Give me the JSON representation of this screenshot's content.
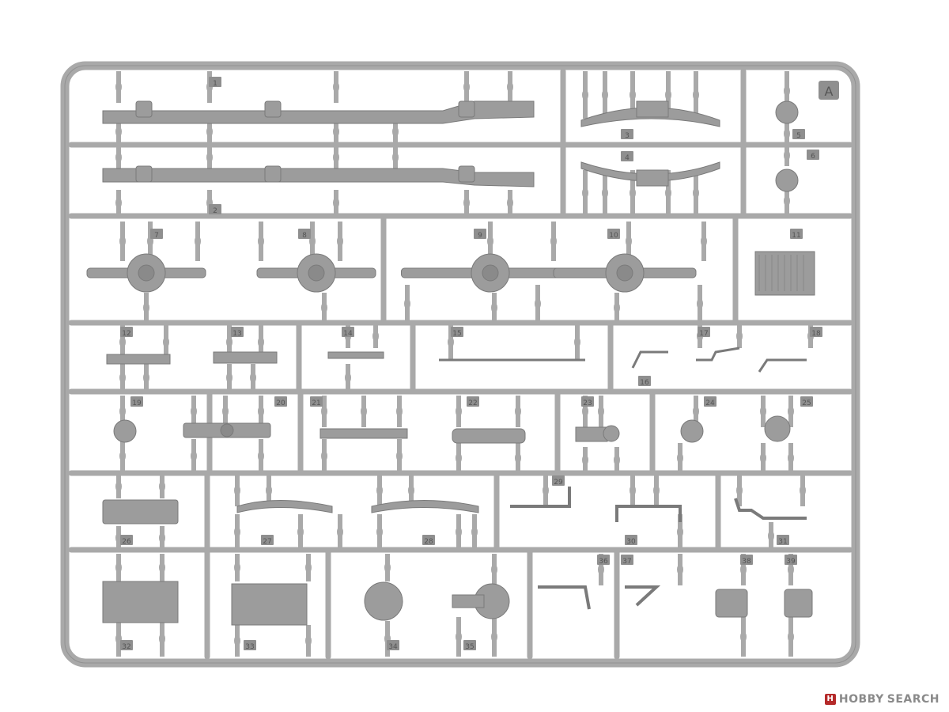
{
  "sprue": {
    "letter": "A",
    "colors": {
      "plastic": "#a9a9a9",
      "edge": "#7a7a7a",
      "part": "#9c9c9c",
      "label": "#8f8f8f"
    },
    "parts": [
      "1",
      "2",
      "3",
      "4",
      "5",
      "6",
      "7",
      "8",
      "9",
      "10",
      "11",
      "12",
      "13",
      "14",
      "15",
      "16",
      "17",
      "18",
      "19",
      "20",
      "21",
      "22",
      "23",
      "24",
      "25",
      "26",
      "27",
      "28",
      "29",
      "30",
      "31",
      "32",
      "33",
      "34",
      "35",
      "36",
      "37",
      "38",
      "39"
    ]
  },
  "watermark": {
    "logo_text": "HOBBY SEARCH",
    "brand_part1": "HOBBY",
    "brand_part2": "SEARCH"
  }
}
